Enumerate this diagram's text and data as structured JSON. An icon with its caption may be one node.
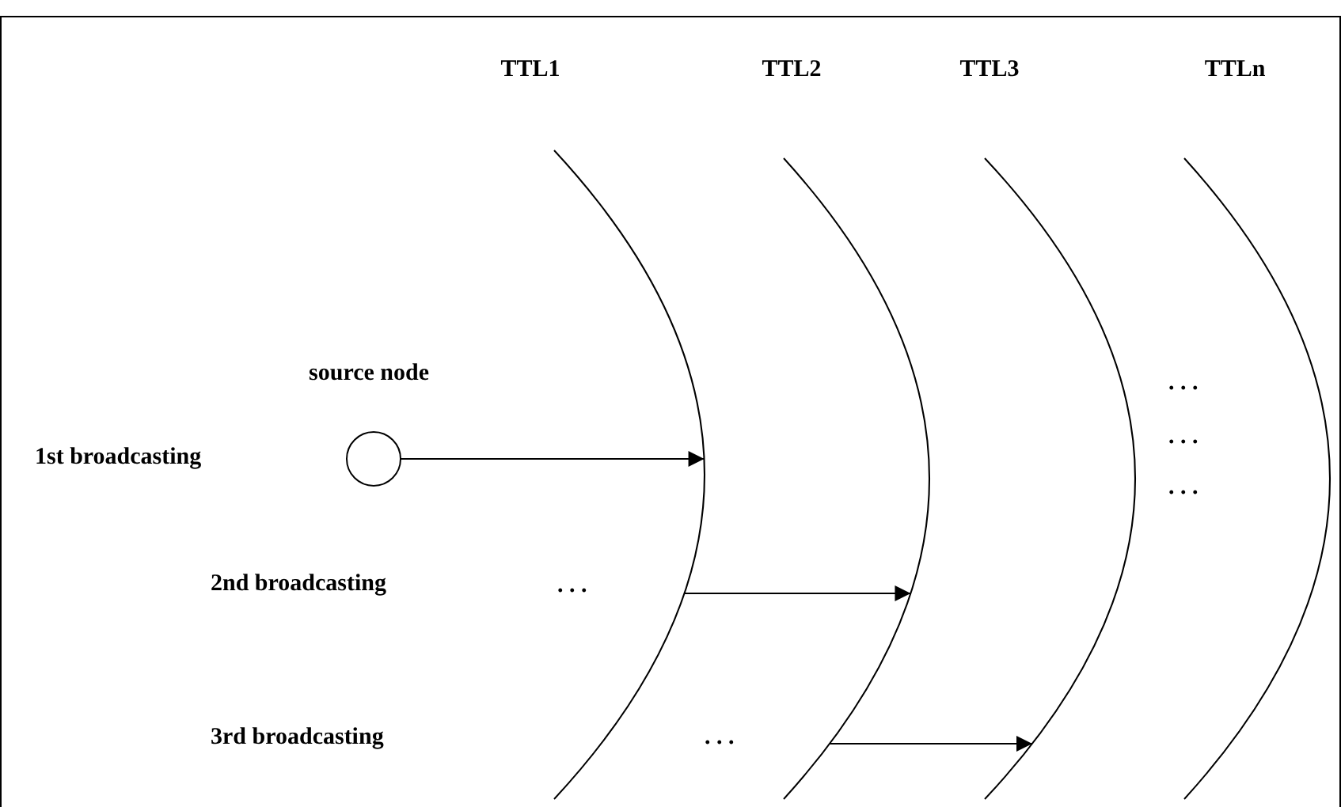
{
  "diagram": {
    "nodes": [
      {
        "text": [
          "source node"
        ]
      },
      {
        "text": [
          "TTL1"
        ]
      },
      {
        "text": [
          "TTL2"
        ]
      },
      {
        "text": [
          "TTL3"
        ]
      },
      {
        "text": [
          "TTLn"
        ]
      }
    ],
    "edges": [
      {
        "from": 0,
        "to": 1,
        "arrow": "to"
      },
      {
        "from": 1,
        "to": 2,
        "arrow": "to"
      },
      {
        "from": 2,
        "to": 3,
        "arrow": "to"
      }
    ],
    "labels": [
      "1st broadcasting",
      ". . .",
      ". . .",
      ". . .",
      "2nd broadcasting",
      ". . .",
      "3rd broadcasting",
      ". . ."
    ]
  }
}
